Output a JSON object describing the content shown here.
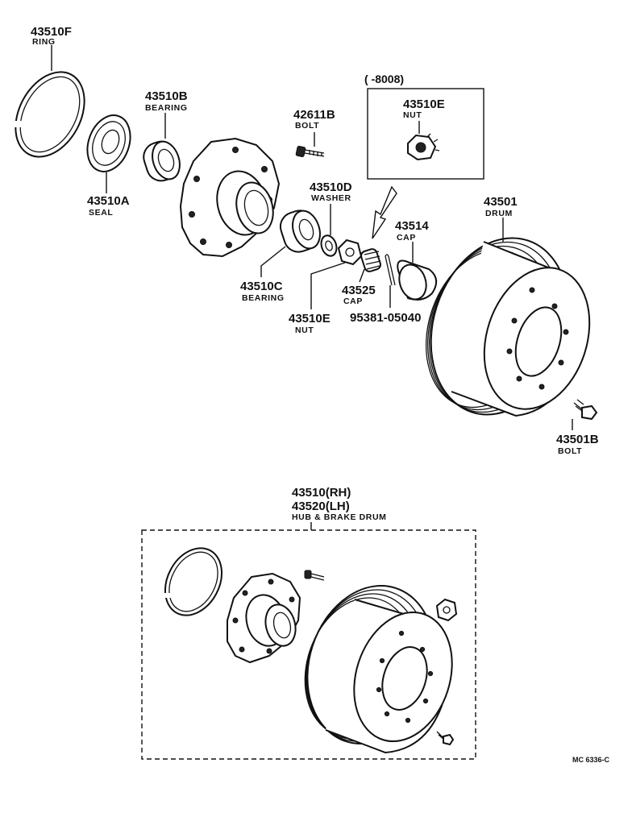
{
  "parts": {
    "ring": {
      "number": "43510F",
      "name": "RING"
    },
    "seal": {
      "number": "43510A",
      "name": "SEAL"
    },
    "bearing_outer": {
      "number": "43510B",
      "name": "BEARING"
    },
    "bolt_hub": {
      "number": "42611B",
      "name": "BOLT"
    },
    "washer": {
      "number": "43510D",
      "name": "WASHER"
    },
    "bearing_inner": {
      "number": "43510C",
      "name": "BEARING"
    },
    "nut": {
      "number": "43510E",
      "name": "NUT"
    },
    "cap_lock": {
      "number": "43525",
      "name": "CAP"
    },
    "cotter_pin": {
      "number": "95381-05040"
    },
    "cap_grease": {
      "number": "43514",
      "name": "CAP"
    },
    "drum": {
      "number": "43501",
      "name": "DRUM"
    },
    "bolt_drum": {
      "number": "43501B",
      "name": "BOLT"
    }
  },
  "inset": {
    "range": "(      -8008)",
    "part_number": "43510E",
    "part_name": "NUT"
  },
  "assembly": {
    "rh": "43510(RH)",
    "lh": "43520(LH)",
    "name": "HUB & BRAKE DRUM"
  },
  "diagram_code": "MC 6336-C"
}
